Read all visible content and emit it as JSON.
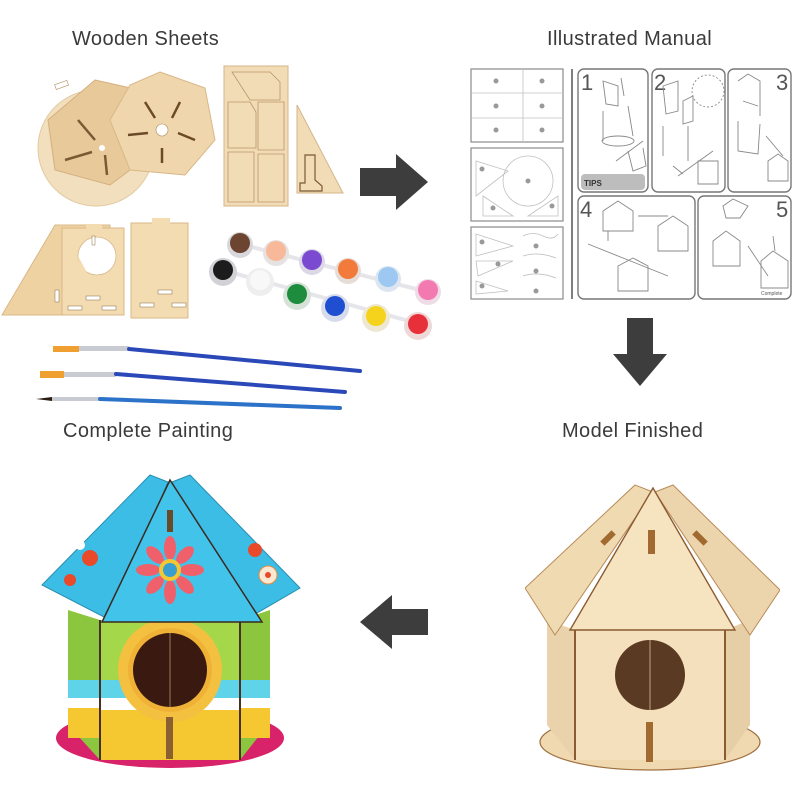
{
  "infographic": {
    "title_hidden": "DIY Wooden Birdhouse Kit Steps",
    "steps": [
      {
        "id": "wooden-sheets",
        "label": "Wooden Sheets"
      },
      {
        "id": "illustrated-manual",
        "label": "Illustrated Manual"
      },
      {
        "id": "model-finished",
        "label": "Model Finished"
      },
      {
        "id": "complete-painting",
        "label": "Complete Painting"
      }
    ],
    "flow_arrows": [
      {
        "direction": "right",
        "from": "Wooden Sheets",
        "to": "Illustrated Manual",
        "icon": "arrow-right-icon"
      },
      {
        "direction": "down",
        "from": "Illustrated Manual",
        "to": "Model Finished",
        "icon": "arrow-down-icon"
      },
      {
        "direction": "left",
        "from": "Model Finished",
        "to": "Complete Painting",
        "icon": "arrow-left-icon"
      }
    ],
    "arrow_color": "#3d3d3d"
  },
  "wooden_sheets": {
    "pieces": [
      "round base",
      "pentagon roof piece (rear)",
      "pentagon roof piece (front)",
      "wall panel sheet",
      "triangle piece",
      "triangle gable",
      "front wall with hole",
      "back wall panel"
    ],
    "paint_pots": [
      {
        "name": "brown",
        "color": "#6b4530"
      },
      {
        "name": "peach",
        "color": "#f7b99a"
      },
      {
        "name": "purple",
        "color": "#7a4bd0"
      },
      {
        "name": "orange",
        "color": "#f27a3a"
      },
      {
        "name": "light-blue",
        "color": "#9cc8f2"
      },
      {
        "name": "pink",
        "color": "#f27ab0"
      },
      {
        "name": "black",
        "color": "#1c1c1c"
      },
      {
        "name": "white",
        "color": "#f4f4f4"
      },
      {
        "name": "green",
        "color": "#1d8c3c"
      },
      {
        "name": "blue",
        "color": "#1f4fd0"
      },
      {
        "name": "yellow",
        "color": "#f5d21c"
      },
      {
        "name": "red",
        "color": "#e8303a"
      }
    ],
    "brushes": 3,
    "brush_handle_color": "#2b48b8",
    "brush_bristle_color": "#f0a030",
    "wood_color": "#efd9b4"
  },
  "manual": {
    "step_numbers": [
      "1",
      "2",
      "3",
      "4",
      "5"
    ],
    "tips_label": "TIPS",
    "complete_label": "Complete"
  },
  "painted_birdhouse": {
    "roof_color": "#3cbde6",
    "wall_green": "#8cc63e",
    "wall_yellow": "#f5c832",
    "stripe_cyan": "#5fd3e8",
    "base_color": "#d8236a",
    "hole_color": "#3a1a10"
  },
  "plain_birdhouse": {
    "wood_color": "#f0ddb8",
    "hole_color": "#5a3a22"
  }
}
